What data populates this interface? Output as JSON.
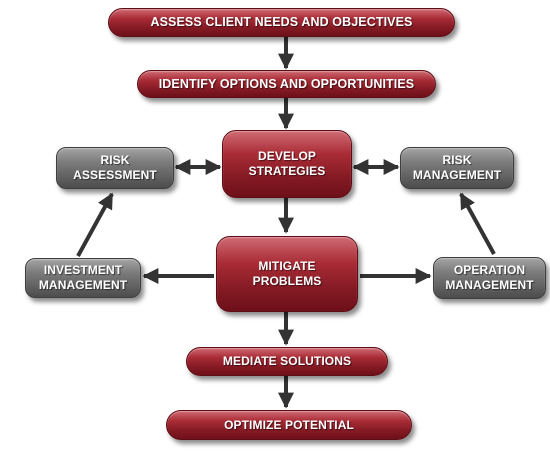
{
  "colors": {
    "primary_box": "#8e1e28",
    "secondary_box": "#6a6a6a",
    "arrow": "#333333",
    "text": "#ffffff"
  },
  "nodes": {
    "assess": "ASSESS CLIENT NEEDS AND OBJECTIVES",
    "identify": "IDENTIFY OPTIONS AND OPPORTUNITIES",
    "develop": "DEVELOP\nSTRATEGIES",
    "mitigate": "MITIGATE\nPROBLEMS",
    "mediate": "MEDIATE SOLUTIONS",
    "optimize": "OPTIMIZE POTENTIAL",
    "risk_assessment": "RISK\nASSESSMENT",
    "risk_management": "RISK\nMANAGEMENT",
    "investment_management": "INVESTMENT\nMANAGEMENT",
    "operation_management": "OPERATION\nMANAGEMENT"
  }
}
